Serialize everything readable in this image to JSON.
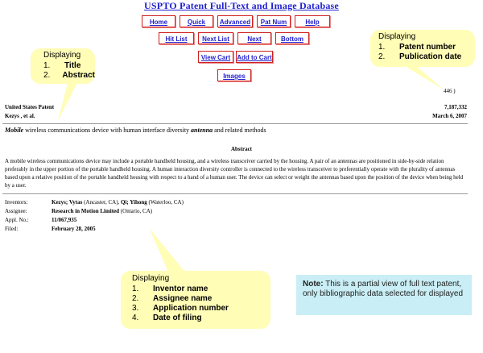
{
  "header": {
    "title": "USPTO Patent Full-Text and Image Database"
  },
  "nav": {
    "row1": [
      "Home",
      "Quick",
      "Advanced",
      "Pat Num",
      "Help"
    ],
    "row2": [
      "Hit List",
      "Next List",
      "Next",
      "Bottom"
    ],
    "row3": [
      "View Cart",
      "Add to Cart"
    ],
    "row4": [
      "Images"
    ]
  },
  "callouts": {
    "top_left": {
      "heading": "Displaying",
      "items": [
        {
          "n": "1.",
          "t": "Title"
        },
        {
          "n": "2.",
          "t": "Abstract"
        }
      ]
    },
    "top_right": {
      "heading": "Displaying",
      "items": [
        {
          "n": "1.",
          "t": "Patent number"
        },
        {
          "n": "2.",
          "t": "Publication date"
        }
      ]
    },
    "bottom": {
      "heading": "Displaying",
      "items": [
        {
          "n": "1.",
          "t": "Inventor name"
        },
        {
          "n": "2.",
          "t": "Assignee name"
        },
        {
          "n": "3.",
          "t": "Application number"
        },
        {
          "n": "4.",
          "t": "Date of filing"
        }
      ]
    }
  },
  "patent": {
    "page_counter_partial": "446 )",
    "country": "United States Patent",
    "number": "7,187,332",
    "inventor_short": "Kezys , et al.",
    "date": "March 6, 2007",
    "title_parts": {
      "a": "Mobile",
      "b": " wireless communications device with human interface diversity ",
      "c": "antenna",
      "d": " and related methods"
    },
    "abstract_heading": "Abstract",
    "abstract_text": "A mobile wireless communications device may include a portable handheld housing, and a wireless transceiver carried by the housing. A pair of an antennas are positioned in side-by-side relation preferably in the upper portion of the portable handheld housing. A human interaction diversity controller is connected to the wireless transceiver to preferentially operate with the plurality of antennas based upon a relative position of the portable handheld housing with respect to a hand of a human user. The device can select or weight the antennas based upon the position of the device when being held by a user.",
    "fields": {
      "inventors_label": "Inventors:",
      "inventor1_name": "Kezys; Vytas",
      "inventor1_loc": " (Ancaster, CA), ",
      "inventor2_name": "Qi; Yihong",
      "inventor2_loc": " (Waterloo, CA)",
      "assignee_label": "Assignee:",
      "assignee_name": "Research in Motion Limited",
      "assignee_loc": " (Ontario, CA)",
      "appl_label": "Appl. No.:",
      "appl_value": "11/067,935",
      "filed_label": "Filed:",
      "filed_value": "February 28, 2005"
    }
  },
  "note": {
    "bold": "Note:",
    "text": " This is a partial view of full text patent, only bibliographic data selected for displayed"
  }
}
